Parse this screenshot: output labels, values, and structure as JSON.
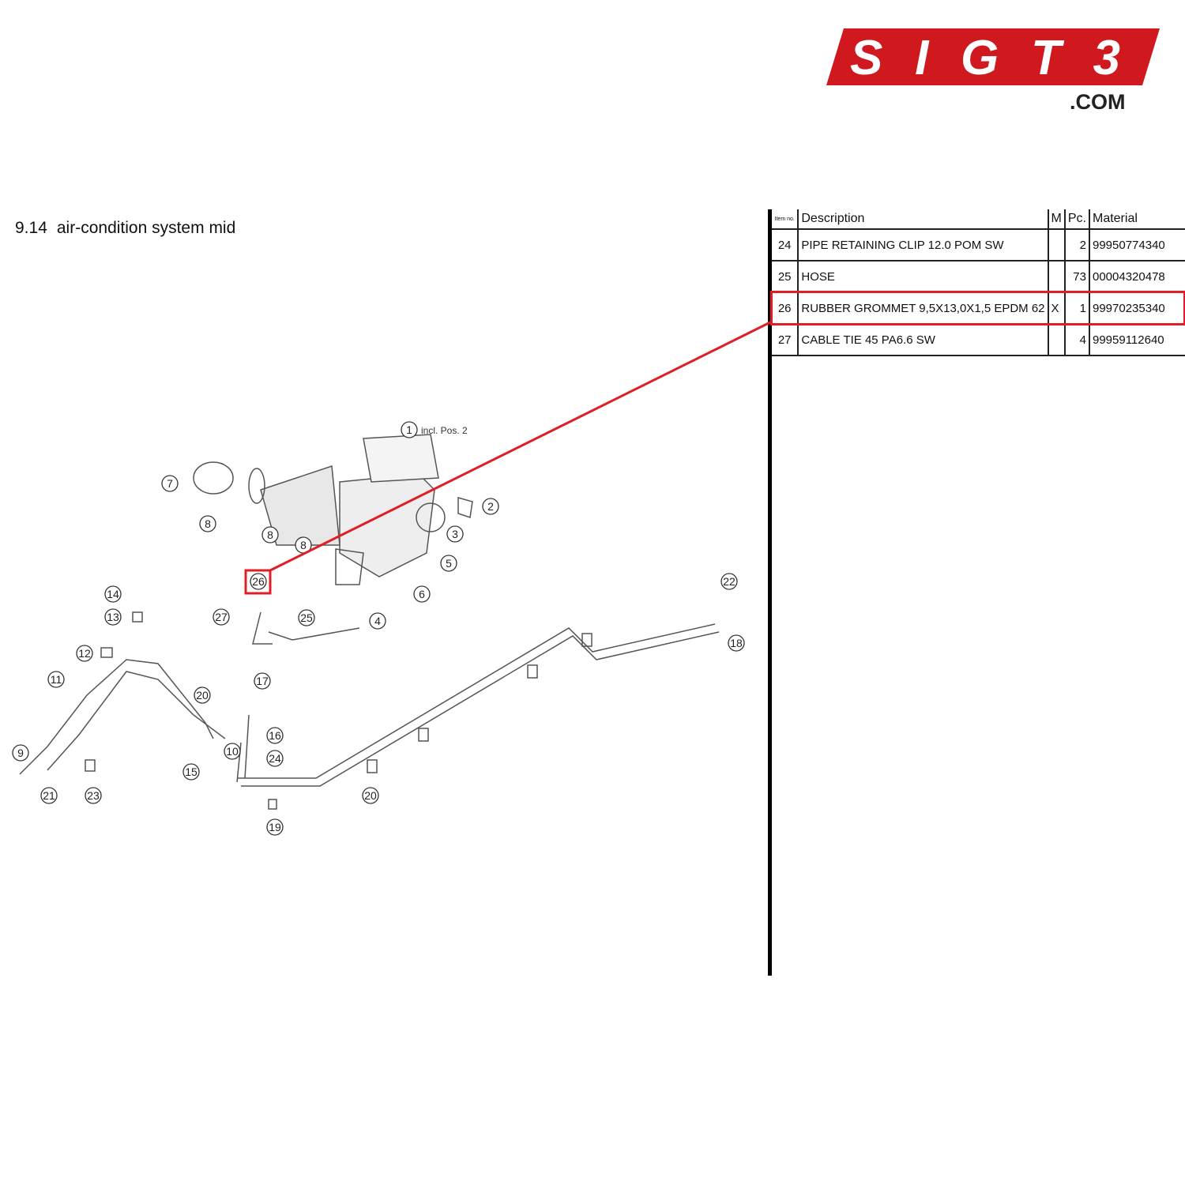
{
  "logo": {
    "text": "SIGT3",
    "suffix": ".COM",
    "color": "#d0181f"
  },
  "page": {
    "section": "9.14",
    "title": "air-condition system mid"
  },
  "table": {
    "headers": {
      "item": "Item no.",
      "description": "Description",
      "m": "M",
      "pc": "Pc.",
      "material": "Material"
    },
    "rows": [
      {
        "item": "24",
        "description": "PIPE RETAINING CLIP 12.0 POM SW",
        "m": "",
        "pc": "2",
        "material": "99950774340"
      },
      {
        "item": "25",
        "description": "HOSE",
        "m": "",
        "pc": "73",
        "material": "00004320478"
      },
      {
        "item": "26",
        "description": "RUBBER GROMMET 9,5X13,0X1,5 EPDM 62",
        "m": "X",
        "pc": "1",
        "material": "99970235340"
      },
      {
        "item": "27",
        "description": "CABLE TIE 45 PA6.6 SW",
        "m": "",
        "pc": "4",
        "material": "99959112640"
      }
    ],
    "highlight_item": "26",
    "highlight_color": "#e01e26"
  },
  "diagram": {
    "note": "incl. Pos. 2",
    "callouts": [
      "1",
      "2",
      "3",
      "5",
      "6",
      "4",
      "7",
      "8",
      "8",
      "8",
      "26",
      "14",
      "13",
      "12",
      "11",
      "27",
      "25",
      "22",
      "18",
      "17",
      "20",
      "16",
      "24",
      "10",
      "9",
      "21",
      "23",
      "15",
      "20",
      "19"
    ]
  }
}
